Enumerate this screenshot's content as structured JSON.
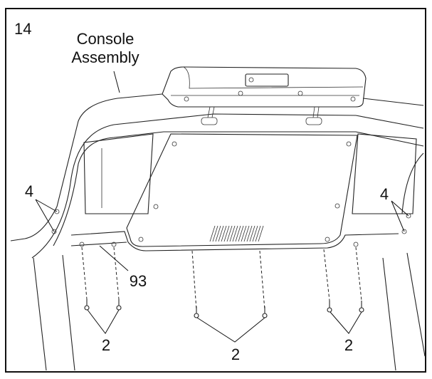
{
  "step_number": "14",
  "labels": {
    "console_assembly_line1": "Console",
    "console_assembly_line2": "Assembly",
    "part_93": "93",
    "part_4_left": "4",
    "part_4_right": "4",
    "part_2_left": "2",
    "part_2_center": "2",
    "part_2_right": "2"
  }
}
